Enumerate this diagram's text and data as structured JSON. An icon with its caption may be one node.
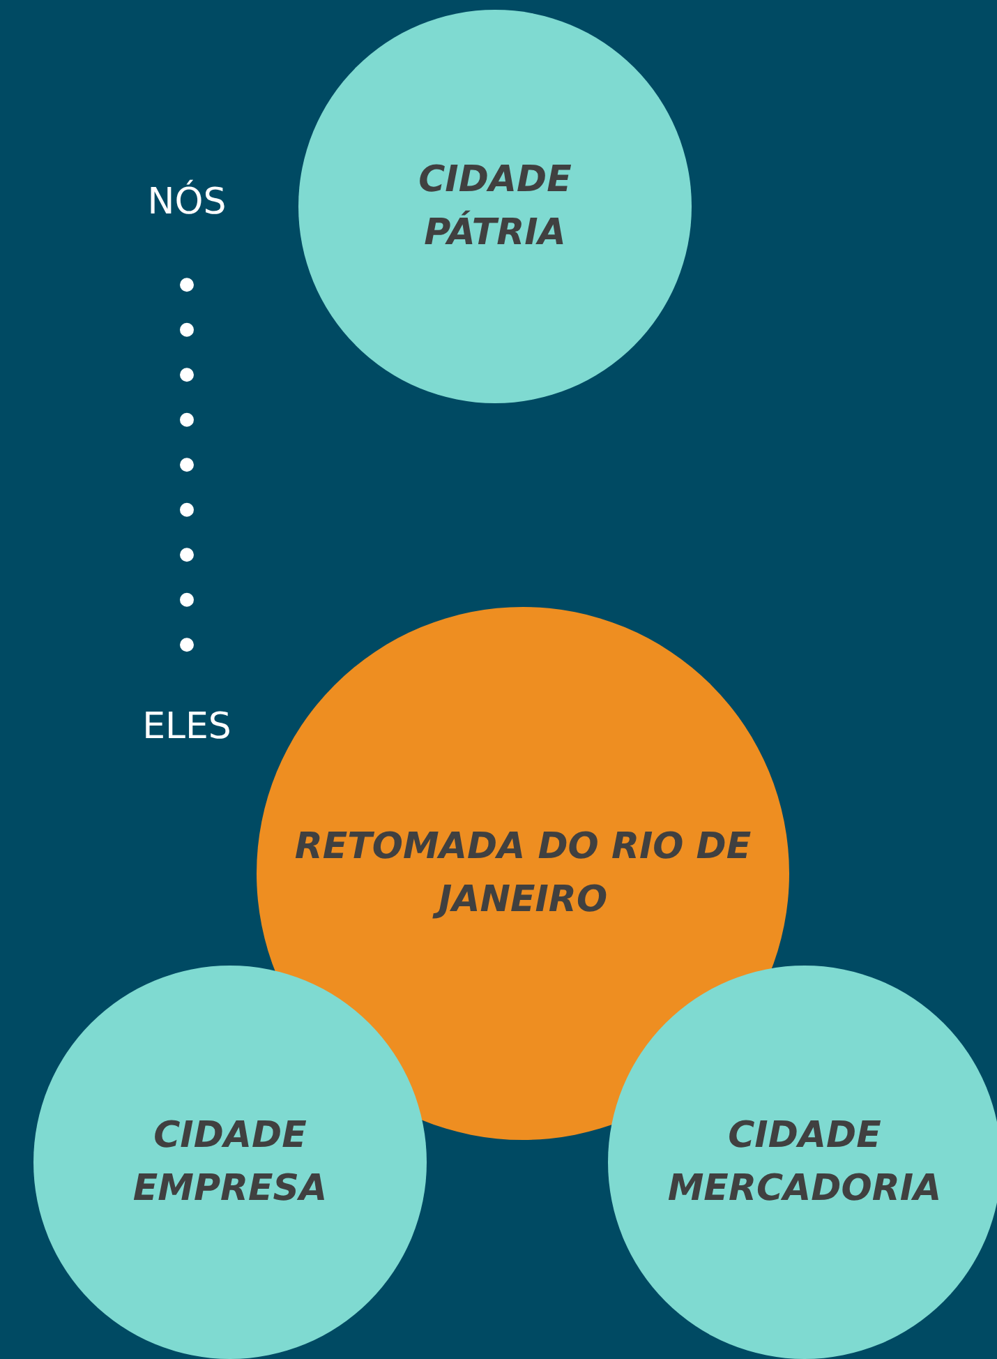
{
  "diagram": {
    "nodes": [
      {
        "text": [
          "NÓS"
        ]
      },
      {
        "text": [
          "CIDADE PÁTRIA"
        ]
      },
      {
        "text": [
          "ELES"
        ]
      },
      {
        "text": [
          "RETOMADA DO RIO DE JANEIRO"
        ]
      },
      {
        "text": [
          "CIDADE EMPRESA"
        ]
      },
      {
        "text": [
          "CIDADE MERCADORIA"
        ]
      }
    ],
    "edges": [
      {
        "from": 0,
        "to": 2,
        "arrow": "none",
        "style": "dashed"
      }
    ]
  }
}
